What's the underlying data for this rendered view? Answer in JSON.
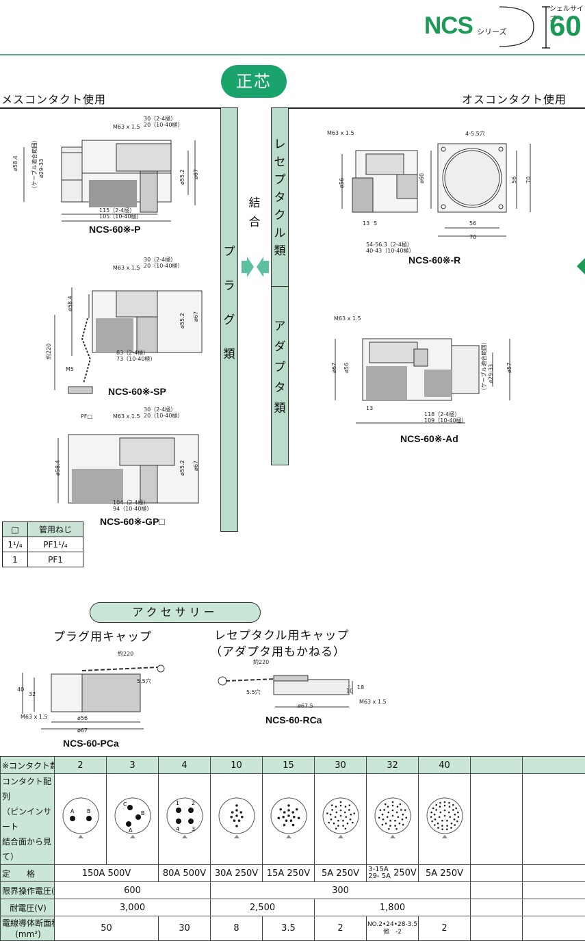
{
  "header": {
    "series_name": "NCS",
    "series_suffix": "シリーズ",
    "shell_size_label": "シェルサイズ",
    "shell_size": "60"
  },
  "center_badge": "正芯",
  "left_heading": "メスコンタクト使用",
  "right_heading": "オスコンタクト使用",
  "plug_column": [
    "プ",
    "ラ",
    "グ",
    "類"
  ],
  "coupling": [
    "結",
    "合"
  ],
  "receptacle_column": [
    "レ",
    "セ",
    "プ",
    "タ",
    "ク",
    "ル",
    "類"
  ],
  "adapter_column": [
    "ア",
    "ダ",
    "プ",
    "タ",
    "類"
  ],
  "models": {
    "p": "NCS-60※-P",
    "sp": "NCS-60※-SP",
    "gp": "NCS-60※-GP□",
    "r": "NCS-60※-R",
    "ad": "NCS-60※-Ad",
    "pca": "NCS-60-PCa",
    "rca": "NCS-60-RCa"
  },
  "dims": {
    "p": [
      "M63 x 1.5",
      "30（2-4極）",
      "20（10-40極）",
      "ø58.4",
      "ø29-33",
      "（ケーブル適合範囲）",
      "ø55.2",
      "ø67",
      "115（2-4極）",
      "105（10-40極）"
    ],
    "sp": [
      "M63 x 1.5",
      "30（2-4極）",
      "20（10-40極）",
      "ø58.4",
      "ø55.2",
      "ø67",
      "約220",
      "M5",
      "83（2-4極）",
      "73（10-40極）"
    ],
    "gp": [
      "PF□",
      "M63 x 1.5",
      "30（2-4極）",
      "20（10-40極）",
      "ø58.4",
      "ø55.2",
      "ø67",
      "104（2-4極）",
      "94（10-40極）"
    ],
    "r": [
      "M63 x 1.5",
      "4-5.5穴",
      "ø56",
      "ø60",
      "56",
      "70",
      "13",
      "5",
      "54-56.3（2-4極）",
      "40-43（10-40極）",
      "56",
      "70"
    ],
    "ad": [
      "M63 x 1.5",
      "ø67",
      "ø56",
      "ø29-33",
      "（ケーブル適合範囲）",
      "ø57",
      "13",
      "118（2-4極）",
      "109（10-40極）"
    ],
    "pca": [
      "約220",
      "5.5穴",
      "40",
      "32",
      "M63 x 1.5",
      "ø56",
      "ø67"
    ],
    "rca": [
      "約220",
      "5.5穴",
      "18",
      "10",
      "ø67.5",
      "M63 x 1.5"
    ]
  },
  "pipe_table": {
    "headers": [
      "□",
      "管用ねじ"
    ],
    "rows": [
      [
        "1¹/₄",
        "PF1¹/₄"
      ],
      [
        "1",
        "PF1"
      ]
    ]
  },
  "accessory": {
    "pill": "アクセサリー",
    "plug_cap": "プラグ用キャップ",
    "receptacle_cap": "レセプタクル用キャップ",
    "receptacle_cap_note": "（アダプタ用もかねる）"
  },
  "spec": {
    "contact_count_label": "※コンタクト数",
    "contacts": [
      "2",
      "3",
      "4",
      "10",
      "15",
      "30",
      "32",
      "40",
      "",
      ""
    ],
    "layout_label": "コンタクト配列（ピンインサート結合面から見て）",
    "layout_lines": [
      "コンタクト配列",
      "（ピンインサート",
      "結合面から見て）"
    ],
    "layout_letters": {
      "c2": [
        "A",
        "B"
      ],
      "c3": [
        "C",
        "B",
        "A"
      ],
      "c4": [
        "1",
        "2",
        "4",
        "3"
      ]
    },
    "rating_label": "定　　格",
    "ratings": [
      "150A 500V",
      "80A 500V",
      "30A 250V",
      "15A 250V",
      "5A 250V",
      "3-15A",
      "29- 5A",
      "250V",
      "5A 250V"
    ],
    "limit_label": "限界操作電圧(V)",
    "limit": [
      "600",
      "300"
    ],
    "withstand_label": "耐電圧(V)",
    "withstand": [
      "3,000",
      "2,500",
      "1,800"
    ],
    "area_label": "電線導体断面積",
    "area_unit": "(mm²)",
    "area": [
      "50",
      "30",
      "8",
      "3.5",
      "2",
      "NO.2•24•28-3.5",
      "他　-2",
      "2"
    ]
  }
}
